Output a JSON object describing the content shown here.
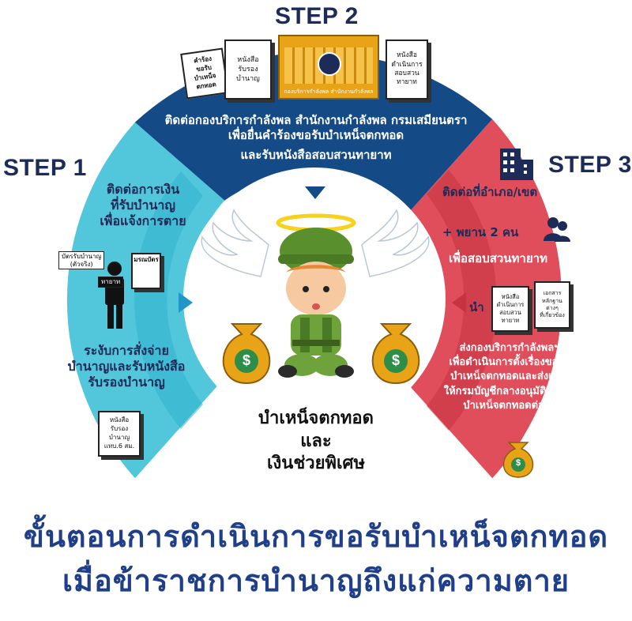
{
  "colors": {
    "step1": "#52c7dc",
    "step2": "#144a86",
    "step3": "#e04e5c",
    "title": "#1c2b57",
    "footer": "#1f3f8a",
    "gold": "#f4b400"
  },
  "steps": {
    "step1": {
      "title": "STEP 1",
      "text_top": [
        "ติดต่อการเงิน",
        "ที่รับบำนาญ",
        "เพื่อแจ้งการตาย"
      ],
      "text_bottom": [
        "ระงับการสั่งจ่าย",
        "บำนาญและรับหนังสือ",
        "รับรองบำนาญ"
      ],
      "card_label": "บัตรรับบำนาญ\n(ตัวจริง)",
      "heir_label": "ทายาท",
      "death_cert_label": "มรณบัตร",
      "doc_label": "หนังสือรับรอง\nบำนาญ\nแทบ.6 สม."
    },
    "step2": {
      "title": "STEP 2",
      "text": [
        "ติดต่อกองบริการกำลังพล  สำนักงานกำลังพล  กรมเสมียนตรา",
        "เพื่อยื่นคำร้องขอรับบำเหน็จตกทอด",
        "และรับหนังสือสอบสวนทายาท"
      ],
      "request_doc": "คำร้อง\nขอรับบำเหน็จ\nตกทอด",
      "pension_doc": "หนังสือรับรอง\nบำนาญ",
      "building_caption": "กองบริการกำลังพล สำนักงานกำลังพล",
      "investigation_doc": "หนังสือ\nดำเนินการ\nสอบสวน\nทายาท"
    },
    "step3": {
      "title": "STEP 3",
      "line1": "ติดต่อที่อำเภอ/เขต",
      "line2": "+ พยาน  2  คน",
      "line3": "เพื่อสอบสวนทายาท",
      "bring_label": "นำ",
      "doc1": "หนังสือ\nดำเนินการ\nสอบสวน\nทายาท",
      "doc2": "เอกสาร\nหลักฐานต่างๆ\nที่เกี่ยวข้อง",
      "text_bottom": [
        "ส่งกองบริการกำลังพลฯ",
        "เพื่อดำเนินการตั้งเรื่องขอรับ",
        "บำเหน็จตกทอดและส่งเรื่อง",
        "ให้กรมบัญชีกลางอนุมัติสั่งจ่าย",
        "บำเหน็จตกทอดต่อไป"
      ]
    }
  },
  "center": {
    "line1": "บำเหน็จตกทอด",
    "line2": "และ",
    "line3": "เงินช่วยพิเศษ",
    "money_symbol": "$"
  },
  "footer": {
    "line1": "ขั้นตอนการดำเนินการขอรับบำเหน็จตกทอด",
    "line2": "เมื่อข้าราชการบำนาญถึงแก่ความตาย"
  },
  "icons": [
    "building-icon",
    "people-icon",
    "money-bag-icon",
    "halo-icon",
    "skull-icon",
    "person-icon"
  ]
}
